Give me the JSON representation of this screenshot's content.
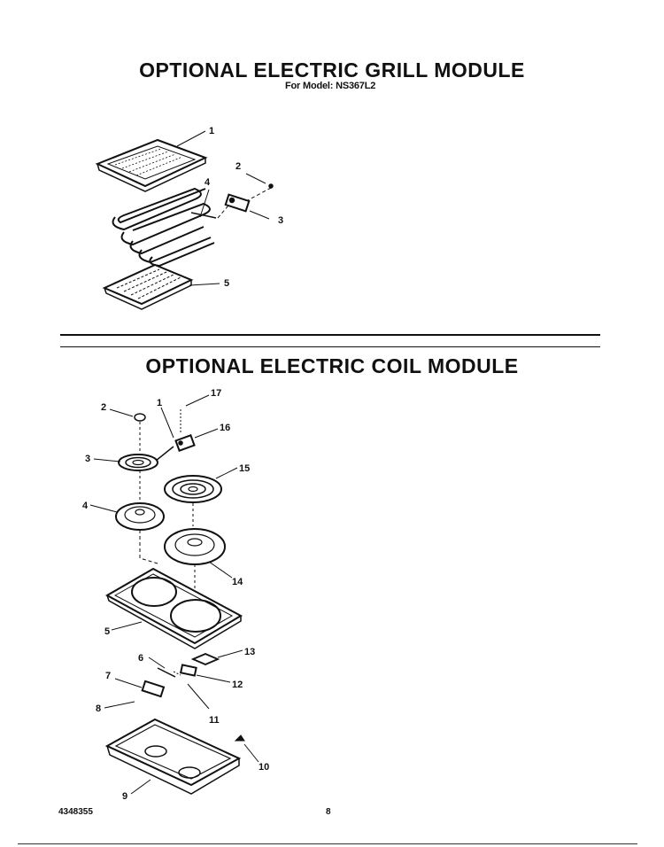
{
  "grill_module": {
    "title": "OPTIONAL ELECTRIC GRILL MODULE",
    "model_line": "For Model: NS367L2",
    "callouts": [
      "1",
      "2",
      "3",
      "4",
      "5"
    ]
  },
  "coil_module": {
    "title": "OPTIONAL ELECTRIC COIL MODULE",
    "callouts": [
      "1",
      "2",
      "3",
      "4",
      "5",
      "6",
      "7",
      "8",
      "9",
      "10",
      "11",
      "12",
      "13",
      "14",
      "15",
      "16",
      "17"
    ]
  },
  "footer": {
    "doc_number": "4348355",
    "page_number": "8"
  }
}
